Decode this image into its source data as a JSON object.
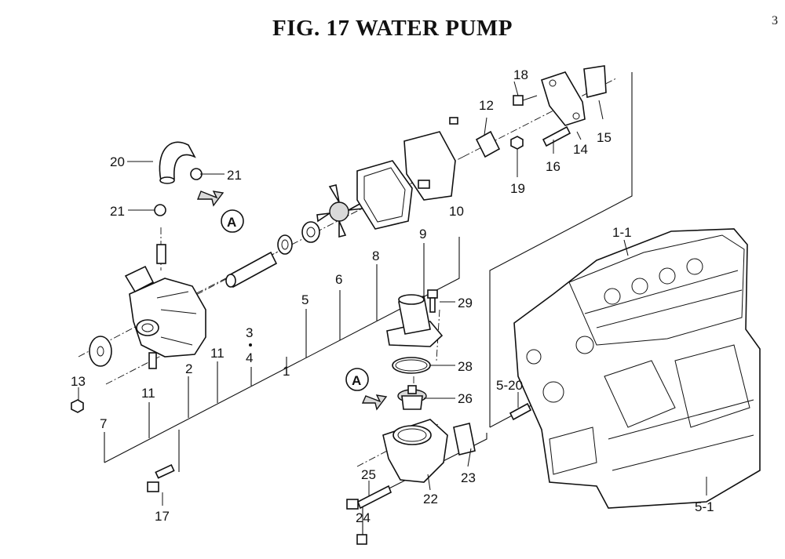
{
  "title": "FIG. 17  WATER PUMP",
  "page_mark": "3",
  "ref_A": "A",
  "labels": {
    "l1": "1",
    "l1_1": "1-1",
    "l2": "2",
    "l3": "3",
    "l4": "4",
    "l5": "5",
    "l5_1": "5-1",
    "l5_20": "5-20",
    "l6": "6",
    "l7": "7",
    "l8": "8",
    "l9": "9",
    "l10": "10",
    "l11a": "11",
    "l11b": "11",
    "l12": "12",
    "l13": "13",
    "l14": "14",
    "l15": "15",
    "l16": "16",
    "l17": "17",
    "l18": "18",
    "l19": "19",
    "l20": "20",
    "l21a": "21",
    "l21b": "21",
    "l22": "22",
    "l23": "23",
    "l24": "24",
    "l25": "25",
    "l26": "26",
    "l28": "28",
    "l29": "29"
  }
}
